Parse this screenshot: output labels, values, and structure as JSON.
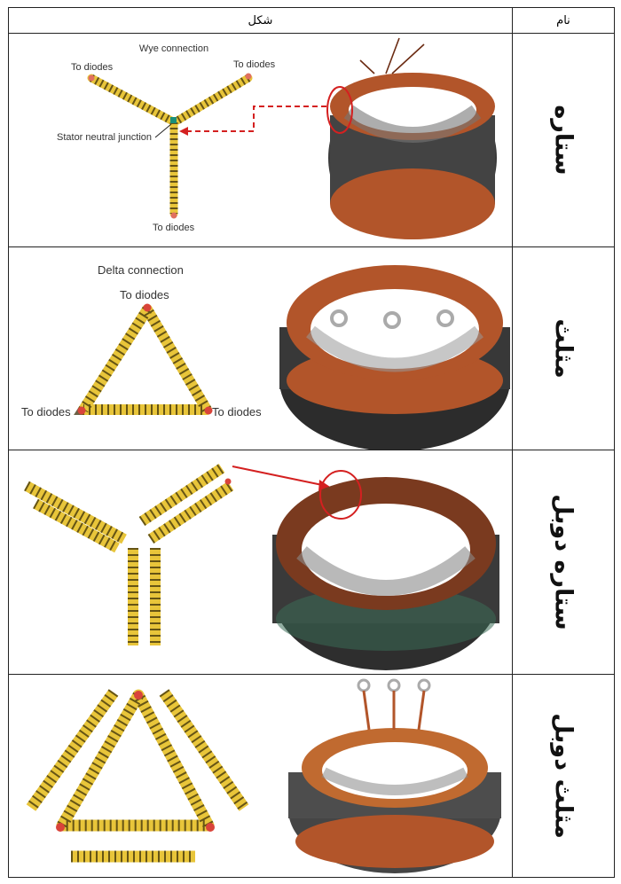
{
  "header": {
    "shape": "شکل",
    "name": "نام"
  },
  "rows": [
    {
      "name": "ستاره",
      "labels": {
        "title": "Wye connection",
        "d1": "To diodes",
        "d2": "To diodes",
        "d3": "To diodes",
        "junction": "Stator neutral junction"
      }
    },
    {
      "name": "مثلث",
      "labels": {
        "title": "Delta connection",
        "d1": "To diodes",
        "d2": "To diodes",
        "d3": "To diodes"
      }
    },
    {
      "name": "ستاره دوبل"
    },
    {
      "name": "مثلث دوبل"
    }
  ],
  "colors": {
    "coil": "#e8c53a",
    "coilStroke": "#3a2e0a",
    "copper": "#b2552a",
    "core": "#3b3b3b",
    "accent": "#d42020"
  }
}
